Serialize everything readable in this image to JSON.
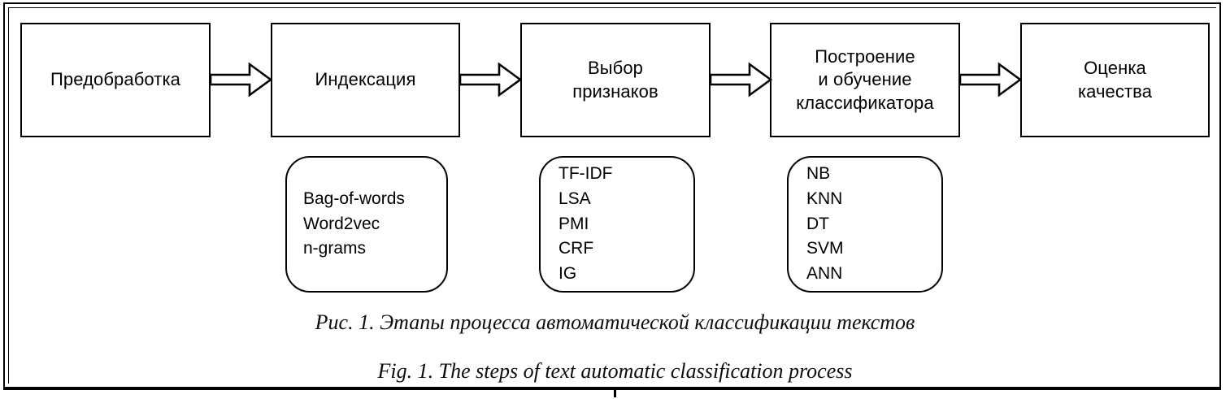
{
  "figure": {
    "caption_ru": "Рис. 1. Этапы процесса автоматической классификации текстов",
    "caption_en": "Fig. 1. The steps of text automatic classification process"
  },
  "colors": {
    "stroke": "#000000",
    "background": "#ffffff",
    "text": "#000000"
  },
  "pipeline": {
    "stages": [
      {
        "id": "preprocessing",
        "label": "Предобработка"
      },
      {
        "id": "indexing",
        "label": "Индексация"
      },
      {
        "id": "feature-select",
        "label": "Выбор\nпризнаков"
      },
      {
        "id": "model-training",
        "label": "Построение\nи обучение\nклассификатора"
      },
      {
        "id": "quality-eval",
        "label": "Оценка\nкачества"
      }
    ],
    "arrows": [
      {
        "id": "arrow-1",
        "from": "preprocessing",
        "to": "indexing"
      },
      {
        "id": "arrow-2",
        "from": "indexing",
        "to": "feature-select"
      },
      {
        "id": "arrow-3",
        "from": "feature-select",
        "to": "model-training"
      },
      {
        "id": "arrow-4",
        "from": "model-training",
        "to": "quality-eval"
      }
    ],
    "details": [
      {
        "id": "indexing-methods",
        "parent": "indexing",
        "items": [
          "Bag-of-words",
          "Word2vec",
          "n-grams"
        ],
        "text": "Bag-of-words\nWord2vec\nn-grams"
      },
      {
        "id": "feature-methods",
        "parent": "feature-select",
        "items": [
          "TF-IDF",
          "LSA",
          "PMI",
          "CRF",
          "IG"
        ],
        "text": "TF-IDF\nLSA\nPMI\nCRF\nIG"
      },
      {
        "id": "classifier-methods",
        "parent": "model-training",
        "items": [
          "NB",
          "KNN",
          "DT",
          "SVM",
          "ANN"
        ],
        "text": "NB\nKNN\nDT\nSVM\nANN"
      }
    ]
  }
}
